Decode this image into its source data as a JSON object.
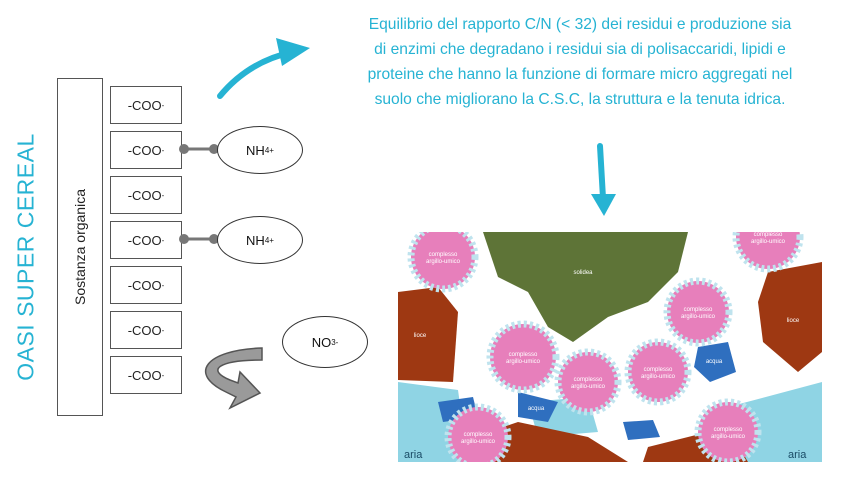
{
  "product_title": "OASI SUPER CEREAL",
  "organic_matter_label": "Sostanza organica",
  "carboxyl_groups": [
    "-COO",
    "-COO",
    "-COO",
    "-COO",
    "-COO",
    "-COO",
    "-COO"
  ],
  "carboxyl_charge": "-",
  "ammonium_label": "NH",
  "ammonium_sub": "4",
  "ammonium_charge": "+",
  "nitrate_label": "NO",
  "nitrate_sub": "3",
  "nitrate_charge": "-",
  "description_lines": [
    "Equilibrio del rapporto C/N (< 32) dei residui  e produzione sia",
    "di enzimi che degradano i residui sia di polisaccaridi,  lipidi e",
    "proteine che hanno la funzione di formare micro aggregati nel",
    "suolo che migliorano la C.S.C, la struttura e la tenuta idrica."
  ],
  "soil_image": {
    "complex_label_line1": "complesso",
    "complex_label_line2": "argillo-umico",
    "solid_label": "solidea",
    "liner_label": "lioce",
    "water_label": "acqua",
    "air_label": "aria"
  },
  "colors": {
    "accent": "#26b3d3",
    "complex_pink": "#e77fbb",
    "humus_green": "#5e7437",
    "clay_brown": "#9e3812",
    "water_blue": "#2f6fbf",
    "air_light_blue": "#8fd4e4",
    "curved_arrow_gray": "#9a9a9a"
  }
}
